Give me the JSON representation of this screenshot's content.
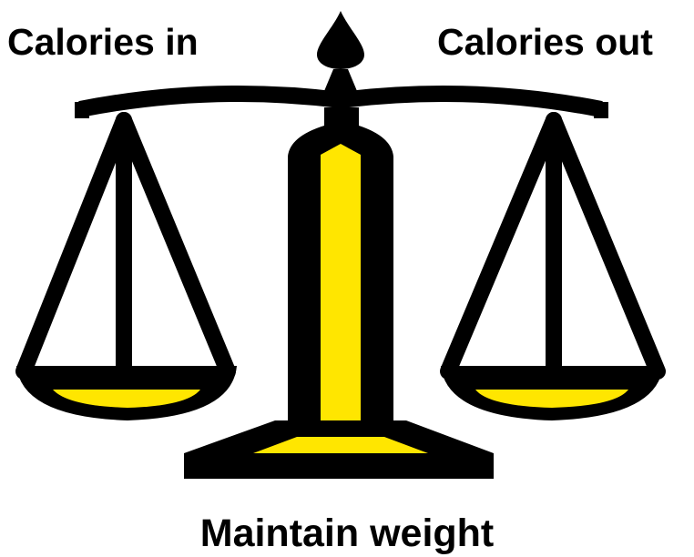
{
  "labels": {
    "left": "Calories in",
    "right": "Calories out",
    "bottom": "Maintain weight"
  },
  "colors": {
    "ink": "#000000",
    "fill": "#ffe600",
    "background": "#ffffff"
  },
  "icon": "balance-scale-icon"
}
